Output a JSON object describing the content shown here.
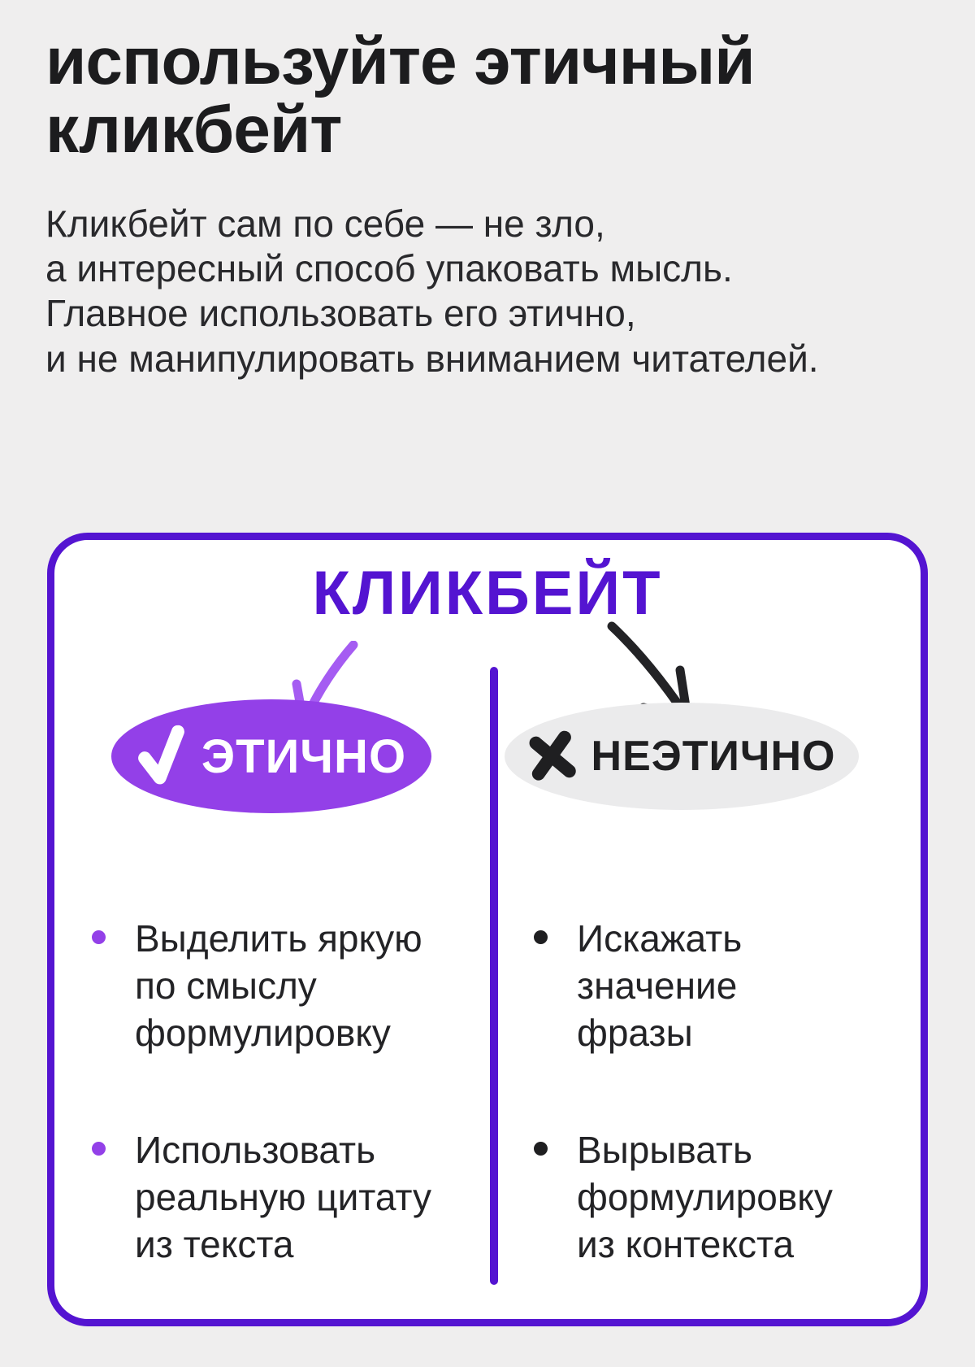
{
  "page": {
    "title": "используйте этичный\nкликбейт",
    "intro": "Кликбейт сам по себе — не зло,\nа интересный способ упаковать мысль.\nГлавное использовать его этично,\nи не манипулировать вниманием читателей."
  },
  "diagram": {
    "heading": "КЛИКБЕЙТ",
    "ethical": {
      "label": "ЭТИЧНО",
      "icon": "check-icon",
      "items": [
        "Выделить яркую\nпо смыслу\nформулировку",
        "Использовать\nреальную цитату\nиз текста"
      ]
    },
    "unethical": {
      "label": "НЕЭТИЧНО",
      "icon": "cross-icon",
      "items": [
        "Искажать\nзначение\nфразы",
        "Вырывать\nформулировку\nиз контекста"
      ]
    }
  },
  "colors": {
    "background": "#efeeee",
    "card_border": "#5414d1",
    "heading_purple": "#5414d1",
    "pill_purple": "#9340e8",
    "arrow_purple": "#a55cf2",
    "pill_gray": "#ebebec",
    "text_dark": "#1f1f21"
  }
}
